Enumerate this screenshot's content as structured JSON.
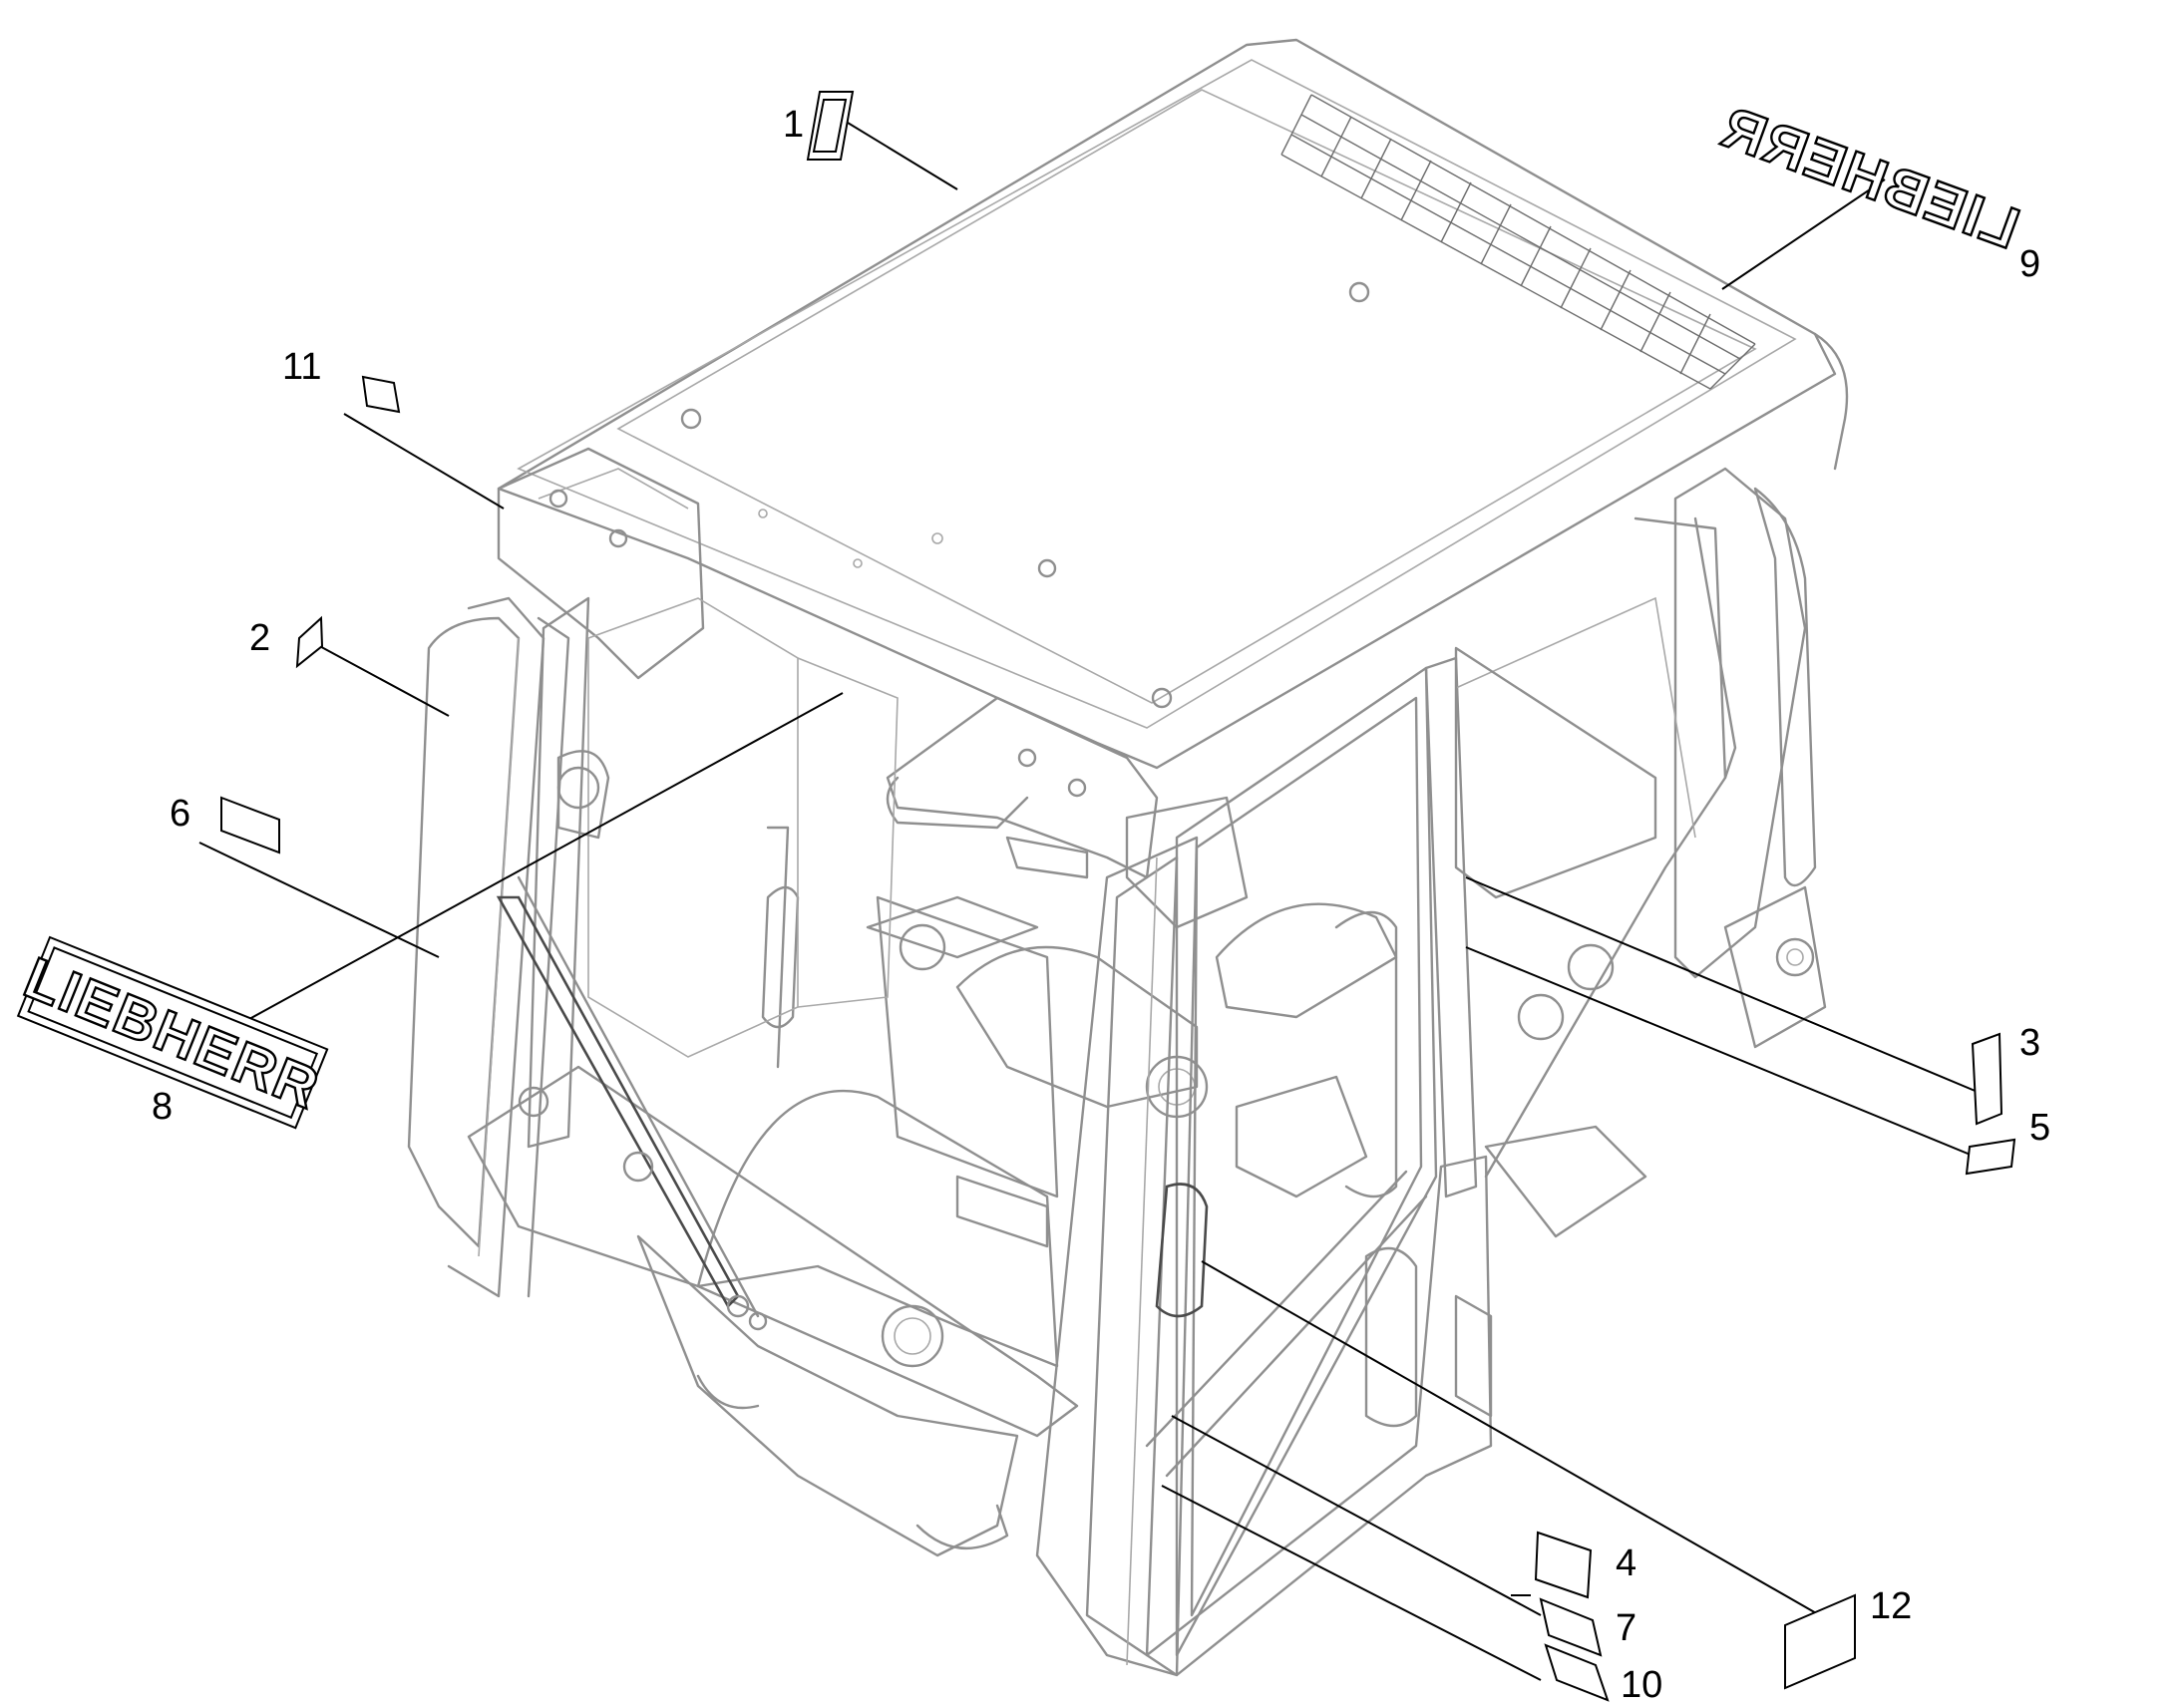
{
  "diagram": {
    "logo_text": "LIEBHERR",
    "callouts": [
      {
        "id": "1",
        "label": "1"
      },
      {
        "id": "2",
        "label": "2"
      },
      {
        "id": "3",
        "label": "3"
      },
      {
        "id": "4",
        "label": "4"
      },
      {
        "id": "5",
        "label": "5"
      },
      {
        "id": "6",
        "label": "6"
      },
      {
        "id": "7",
        "label": "7"
      },
      {
        "id": "8",
        "label": "8"
      },
      {
        "id": "9",
        "label": "9"
      },
      {
        "id": "10",
        "label": "10"
      },
      {
        "id": "11",
        "label": "11"
      },
      {
        "id": "12",
        "label": "12"
      }
    ],
    "colors": {
      "cab_line": "#8f8f8f",
      "leader_line": "#000000",
      "background": "#ffffff"
    }
  }
}
